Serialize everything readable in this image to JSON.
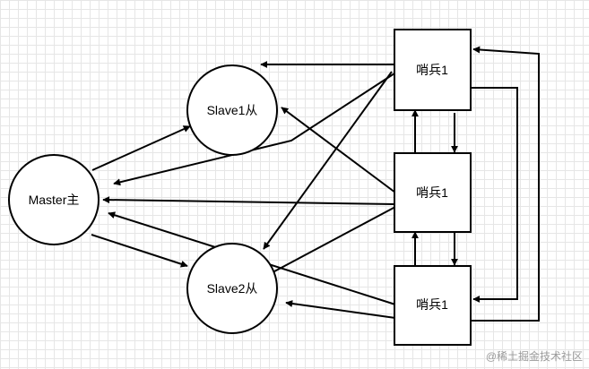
{
  "nodes": {
    "master": "Master主",
    "slave1": "Slave1从",
    "slave2": "Slave2从",
    "sentinel1": "哨兵1",
    "sentinel2": "哨兵1",
    "sentinel3": "哨兵1"
  },
  "watermark": "@稀土掘金技术社区",
  "colors": {
    "stroke": "#000000",
    "grid": "#e6e6e6",
    "background": "#ffffff"
  }
}
